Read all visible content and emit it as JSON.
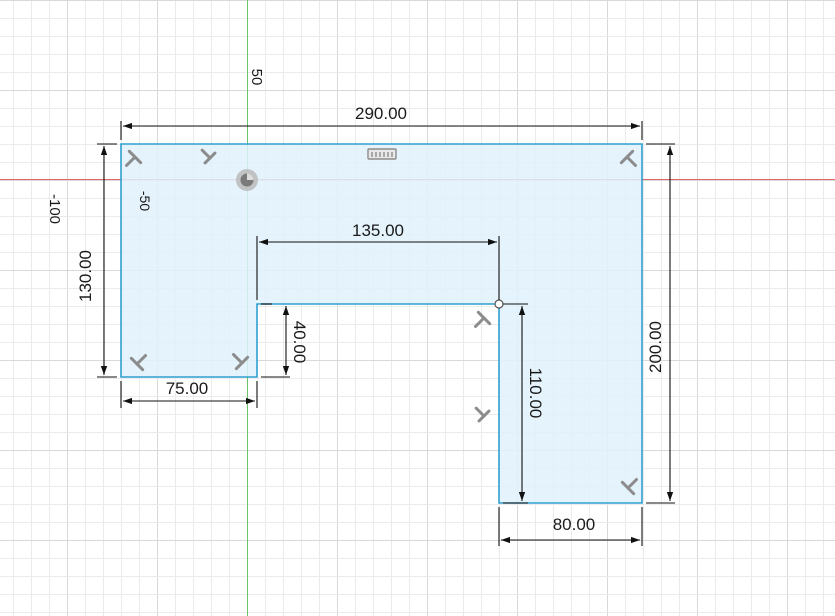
{
  "sketch": {
    "axis_labels": {
      "top": "50",
      "left_outer": "-100",
      "left_inner": "-50"
    },
    "dimensions": {
      "overall_width": "290.00",
      "overall_height": "200.00",
      "left_leg_height": "130.00",
      "left_leg_width": "75.00",
      "notch_width": "135.00",
      "notch_depth": "40.00",
      "right_leg_inner_height": "110.00",
      "right_leg_width": "80.00"
    },
    "colors": {
      "profile_fill": "#dff1fb",
      "profile_stroke": "#2f9fd0",
      "grid_minor": "#ebebeb",
      "grid_major": "#d9d9d9",
      "axis_x": "#e06666",
      "axis_y": "#6ac46a",
      "dimension": "#111111",
      "constraint_glyph": "#8c8c8c"
    },
    "icons": [
      "origin-marker-icon",
      "horizontal-constraint-icon",
      "coincident-point-icon",
      "perpendicular-constraint-icon"
    ]
  }
}
